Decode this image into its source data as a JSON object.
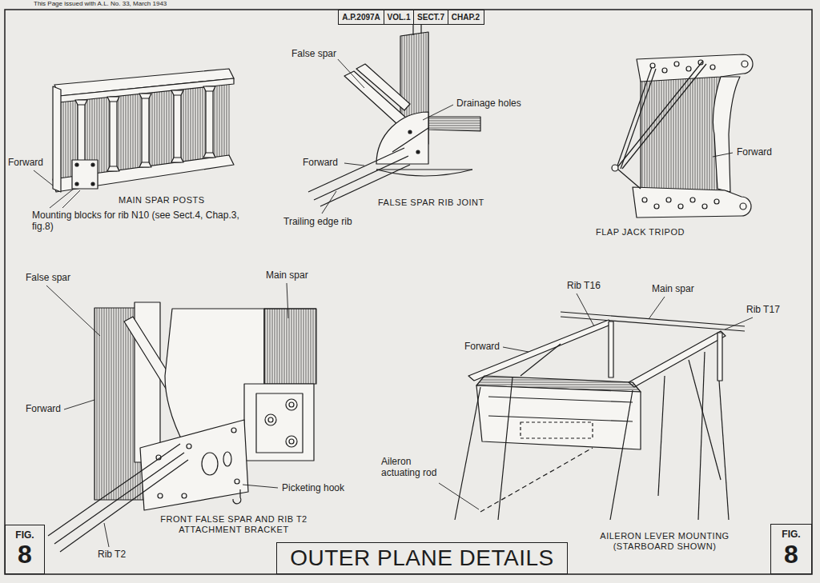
{
  "diagram": {
    "title": "OUTER PLANE DETAILS",
    "nodes": [
      {
        "text": [
          "A.P.2097A"
        ]
      },
      {
        "text": [
          "VOL.1"
        ]
      },
      {
        "text": [
          "SECT.7"
        ]
      },
      {
        "text": [
          "CHAP.2"
        ]
      },
      {
        "text": [
          "FIG.",
          "8"
        ]
      },
      {
        "text": [
          "FIG.",
          "8"
        ]
      }
    ],
    "labels": [
      "This Page issued with A.L. No. 33, March 1943",
      "False spar",
      "Drainage holes",
      "Forward",
      "Trailing edge rib",
      "FALSE SPAR RIB JOINT",
      "Forward",
      "FLAP JACK TRIPOD",
      "Forward",
      "MAIN SPAR POSTS",
      "Mounting blocks for rib N10 (see Sect.4, Chap.3, fig.8)",
      "False spar",
      "Main spar",
      "Forward",
      "Picketing hook",
      "FRONT FALSE SPAR AND RIB T2 ATTACHMENT BRACKET",
      "Rib T2",
      "Rib T16",
      "Main spar",
      "Rib T17",
      "Forward",
      "Aileron actuating rod",
      "AILERON LEVER MOUNTING (STARBOARD SHOWN)"
    ]
  }
}
